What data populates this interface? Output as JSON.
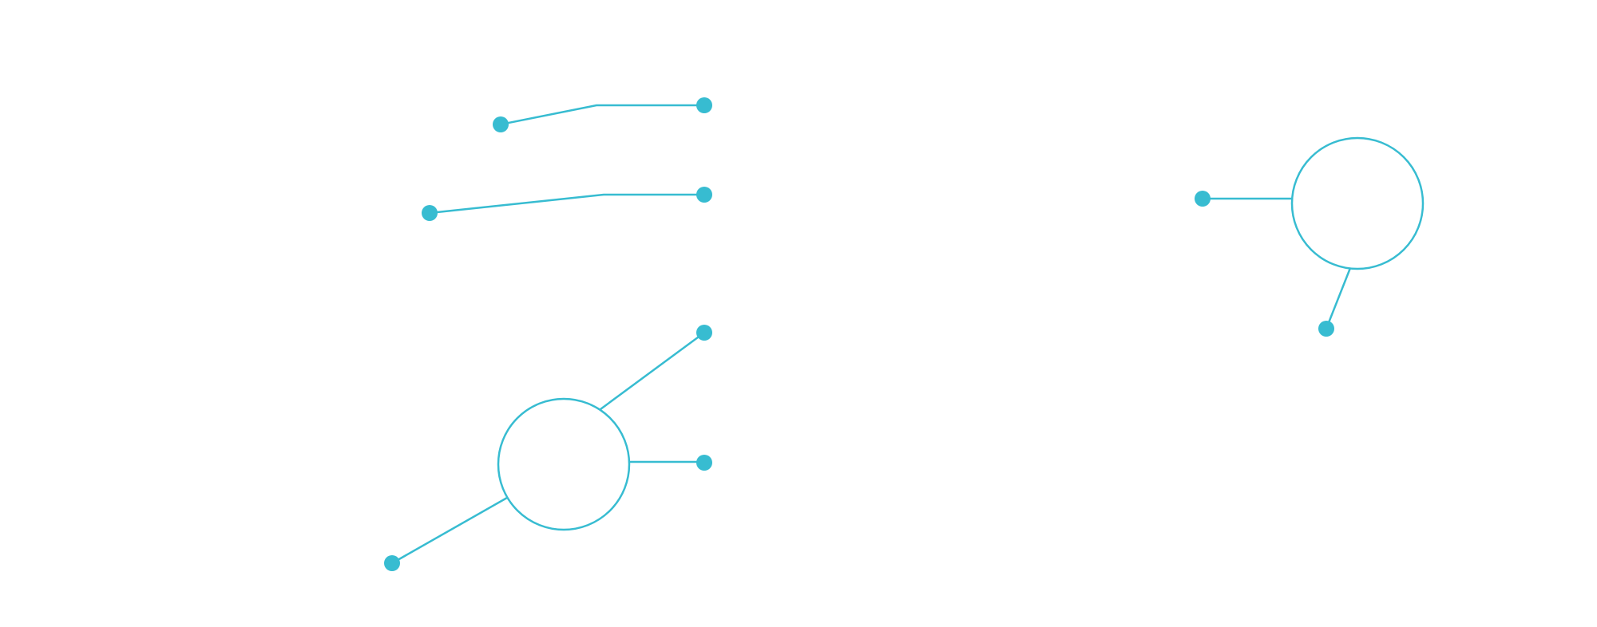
{
  "colors": {
    "accent": "#37bcd1",
    "background": "#ffffff"
  },
  "diagram": {
    "groups": [
      {
        "name": "connector-1",
        "kind": "elbow-line",
        "endpoints": 2
      },
      {
        "name": "connector-2",
        "kind": "elbow-line",
        "endpoints": 2
      },
      {
        "name": "hub-left",
        "kind": "circle-with-spokes",
        "spokes": 3
      },
      {
        "name": "hub-right",
        "kind": "circle-with-spokes",
        "spokes": 2
      }
    ]
  }
}
